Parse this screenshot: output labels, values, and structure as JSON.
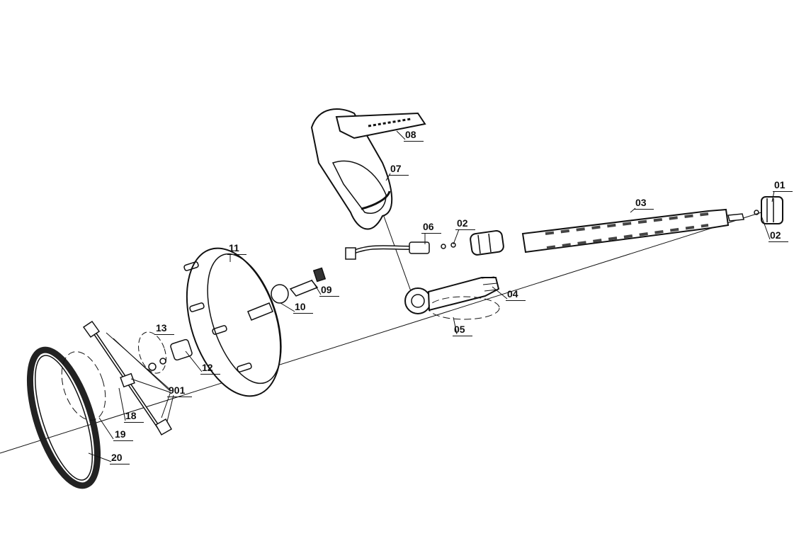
{
  "diagram": {
    "type": "exploded-parts-view",
    "part_labels": {
      "p01": "01",
      "p02a": "02",
      "p02b": "02",
      "p03": "03",
      "p04": "04",
      "p05": "05",
      "p06": "06",
      "p07": "07",
      "p08": "08",
      "p09": "09",
      "p10": "10",
      "p11": "11",
      "p12": "12",
      "p13": "13",
      "p18": "18",
      "p19": "19",
      "p20": "20",
      "p901": "901"
    },
    "colors": {
      "ink": "#111111",
      "fill": "#ffffff",
      "shade": "#555555"
    }
  }
}
